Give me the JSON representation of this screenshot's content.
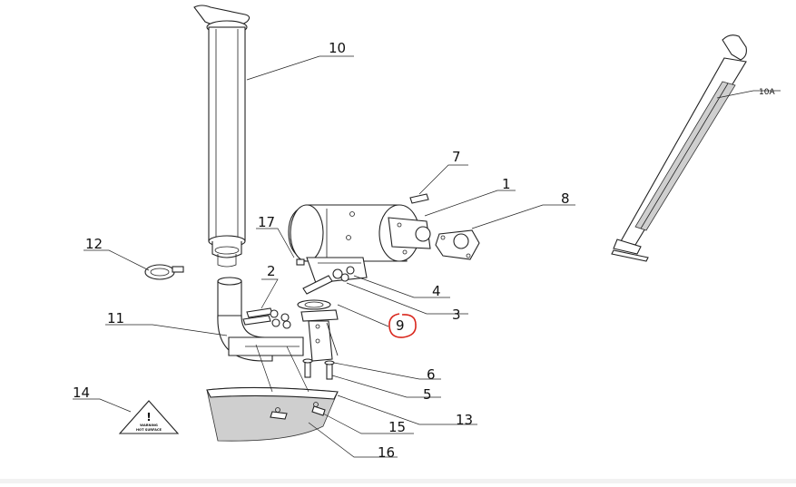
{
  "callouts": [
    {
      "id": "10",
      "text": "10"
    },
    {
      "id": "10A",
      "text": "10A"
    },
    {
      "id": "7",
      "text": "7"
    },
    {
      "id": "1",
      "text": "1"
    },
    {
      "id": "8",
      "text": "8"
    },
    {
      "id": "17",
      "text": "17"
    },
    {
      "id": "12",
      "text": "12"
    },
    {
      "id": "2",
      "text": "2"
    },
    {
      "id": "4",
      "text": "4"
    },
    {
      "id": "3",
      "text": "3"
    },
    {
      "id": "9",
      "text": "9"
    },
    {
      "id": "11",
      "text": "11"
    },
    {
      "id": "6",
      "text": "6"
    },
    {
      "id": "5",
      "text": "5"
    },
    {
      "id": "13",
      "text": "13"
    },
    {
      "id": "14",
      "text": "14"
    },
    {
      "id": "15",
      "text": "15"
    },
    {
      "id": "16",
      "text": "16"
    }
  ],
  "warning_label": {
    "line1": "WARNING",
    "line2": "HOT SURFACE",
    "symbol": "!"
  },
  "highlight": {
    "target": "9",
    "color": "#d9261c"
  }
}
